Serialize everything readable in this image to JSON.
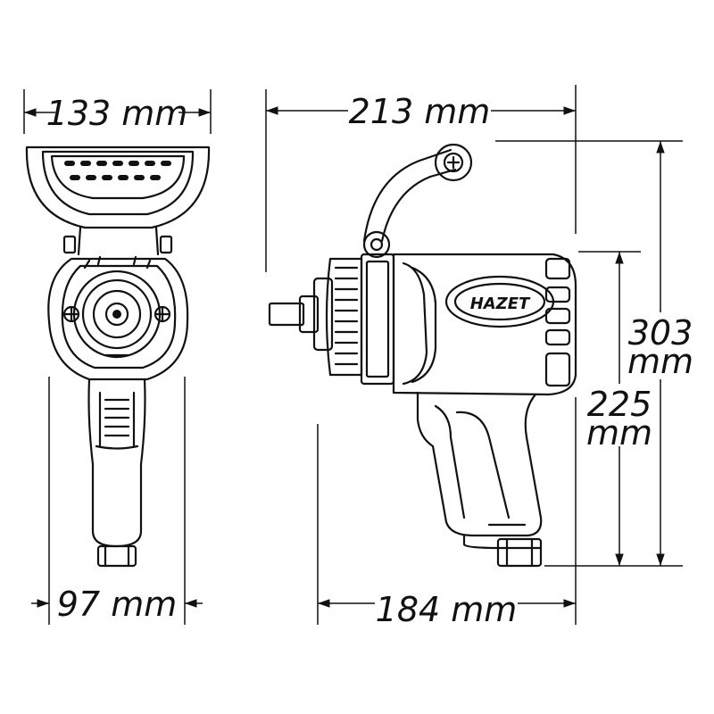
{
  "dimensions": {
    "front_width": "133 mm",
    "front_grip_width": "97 mm",
    "side_length": "213 mm",
    "side_base_length": "184 mm",
    "total_height_value": "303",
    "total_height_unit": "mm",
    "body_height_value": "225",
    "body_height_unit": "mm"
  },
  "brand": "HAZET",
  "colors": {
    "line": "#111111",
    "background": "#ffffff"
  }
}
